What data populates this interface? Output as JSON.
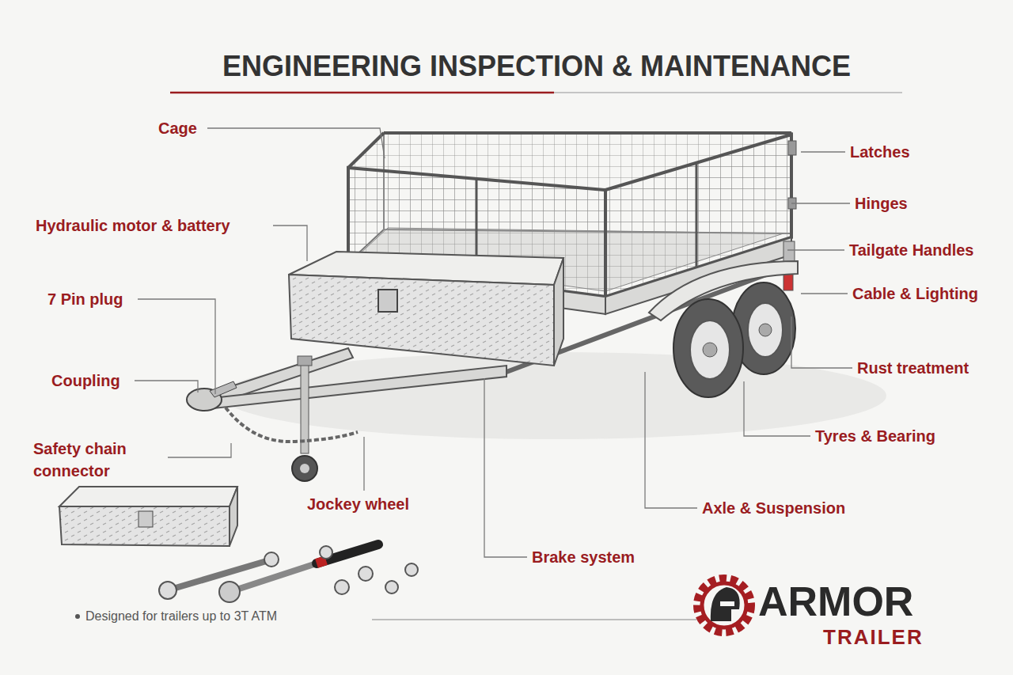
{
  "diagram": {
    "title": "ENGINEERING INSPECTION & MAINTENANCE",
    "labels": [
      "Cage",
      "Hydraulic motor & battery",
      "7 Pin plug",
      "Coupling",
      "Safety chain connector",
      "Jockey wheel",
      "Brake system",
      "Axle & Suspension",
      "Tyres & Bearing",
      "Rust treatment",
      "Cable & Lighting",
      "Tailgate Handles",
      "Hinges",
      "Latches",
      "Designed for trailers up to 3T ATM",
      "ARMOR",
      "TRAILER"
    ]
  }
}
